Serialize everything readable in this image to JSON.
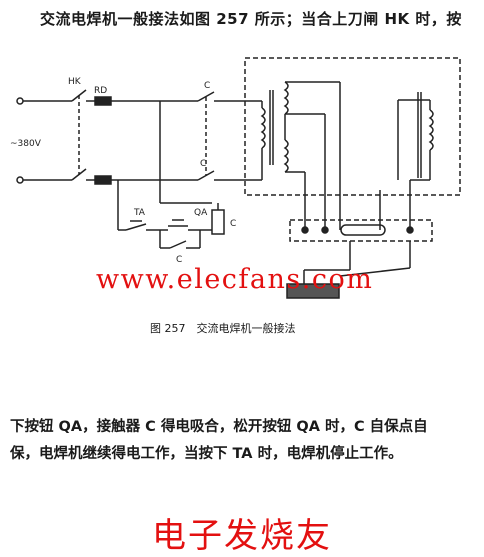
{
  "top_text": "交流电焊机一般接法如图 257 所示；当合上刀闸 HK 时，按",
  "diagram": {
    "labels": {
      "hk": "HK",
      "rd": "RD",
      "voltage": "~380V",
      "c_upper": "C",
      "c_lower": "C",
      "ta": "TA",
      "qa": "QA",
      "c_coil": "C",
      "c_hold": "C"
    }
  },
  "watermark": "www.elecfans.com",
  "caption": "图 257　交流电焊机一般接法",
  "paragraph": {
    "line1": "下按钮 QA，接触器 C 得电吸合，松开按钮 QA 时，C 自保点自",
    "line2": "保，电焊机继续得电工作，当按下 TA 时，电焊机停止工作。"
  },
  "footer_brand": "电子发烧友"
}
